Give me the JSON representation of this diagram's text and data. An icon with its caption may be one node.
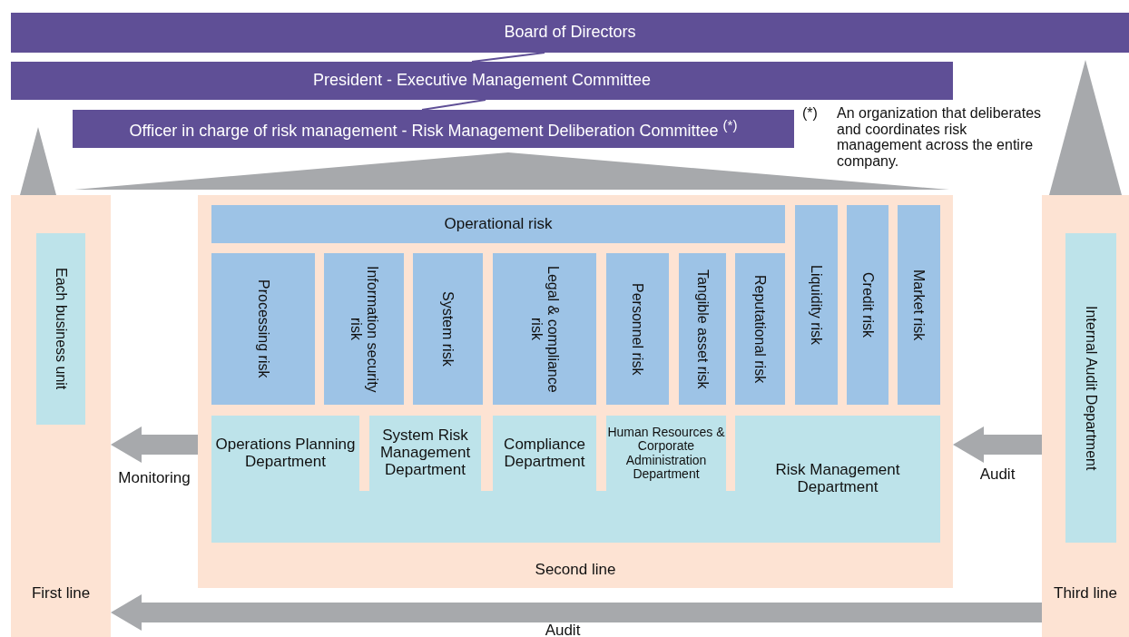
{
  "diagram": {
    "nodes": [
      {
        "text": [
          "Board of Directors"
        ]
      },
      {
        "text": [
          "President - Executive Management Committee"
        ]
      },
      {
        "text": [
          "Officer in charge of risk management - Risk Management Deliberation Committee $^{(*)}$"
        ]
      },
      {
        "text": [
          "First line"
        ]
      },
      {
        "text": [
          "Each business unit"
        ],
        "in": 3
      },
      {
        "text": [
          "Second line"
        ]
      },
      {
        "text": [
          "Operational risk"
        ],
        "in": 5
      },
      {
        "text": [
          "Processing risk"
        ],
        "in": 5
      },
      {
        "text": [
          "Information security risk"
        ],
        "in": 5
      },
      {
        "text": [
          "System risk"
        ],
        "in": 5
      },
      {
        "text": [
          "Legal & compliance risk"
        ],
        "in": 5
      },
      {
        "text": [
          "Personnel risk"
        ],
        "in": 5
      },
      {
        "text": [
          "Tangible asset risk"
        ],
        "in": 5
      },
      {
        "text": [
          "Reputational risk"
        ],
        "in": 5
      },
      {
        "text": [
          "Liquidity risk"
        ],
        "in": 5
      },
      {
        "text": [
          "Credit risk"
        ],
        "in": 5
      },
      {
        "text": [
          "Market risk"
        ],
        "in": 5
      },
      {
        "text": [
          "Operations Planning Department"
        ],
        "in": 5
      },
      {
        "text": [
          "System Risk Management Department"
        ],
        "in": 5
      },
      {
        "text": [
          "Compliance Department"
        ],
        "in": 5
      },
      {
        "text": [
          "Human Resources & Corporate Administration Department"
        ],
        "in": 5
      },
      {
        "text": [
          "Risk Management Department"
        ],
        "in": 5
      },
      {
        "text": [
          "Third line"
        ]
      },
      {
        "text": [
          "Internal Audit Department"
        ],
        "in": 22
      }
    ],
    "edges": [
      {
        "from": 0,
        "to": 1,
        "arrow": "none",
        "color": "#5f4f96"
      },
      {
        "from": 1,
        "to": 2,
        "arrow": "none",
        "color": "#5f4f96"
      },
      {
        "from": 3,
        "to": 1,
        "arrow": "none"
      },
      {
        "from": 5,
        "to": 2,
        "arrow": "none"
      },
      {
        "from": 22,
        "to": 0,
        "arrow": "none"
      },
      {
        "from": 5,
        "to": 3,
        "arrow": "to",
        "label": "Monitoring"
      },
      {
        "from": 22,
        "to": 5,
        "arrow": "to",
        "label": "Audit"
      },
      {
        "from": 22,
        "to": 3,
        "arrow": "to",
        "label": "Audit"
      }
    ],
    "labels": [
      "(*)",
      "An organization that deliberates and coordinates risk management across the entire company."
    ]
  }
}
